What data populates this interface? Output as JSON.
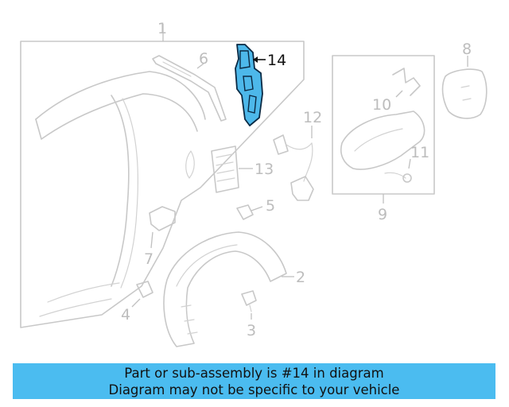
{
  "callouts": {
    "c1": "1",
    "c2": "2",
    "c3": "3",
    "c4": "4",
    "c5": "5",
    "c6": "6",
    "c7": "7",
    "c8": "8",
    "c9": "9",
    "c10": "10",
    "c11": "11",
    "c12": "12",
    "c13": "13",
    "c14": "14"
  },
  "highlight": {
    "color": "#4db8ea",
    "outline": "#0b2a44"
  },
  "banner": {
    "line1": "Part or sub-assembly is #14 in diagram",
    "line2": "Diagram may not be specific to your vehicle",
    "color": "#4bbcf0"
  }
}
